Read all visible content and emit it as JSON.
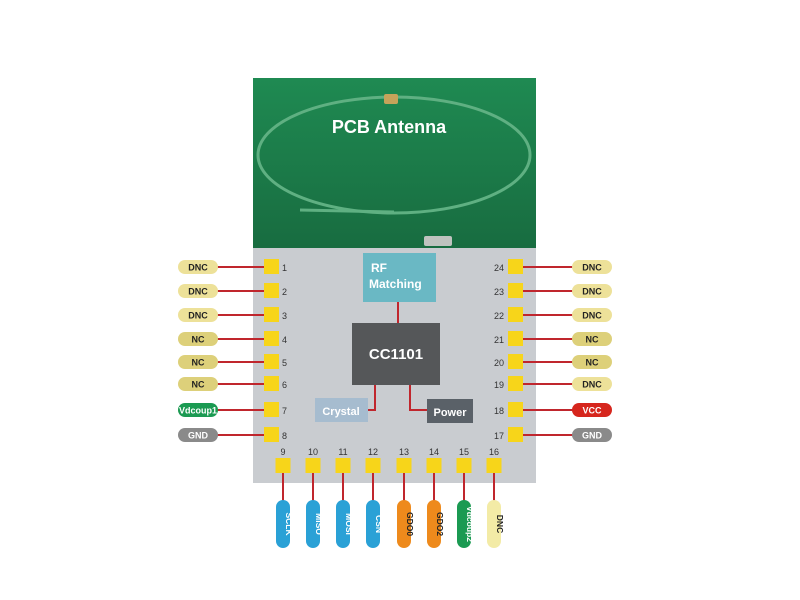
{
  "module": {
    "antenna_label": "PCB Antenna",
    "chip_label": "CC1101",
    "rf_label_line1": "RF",
    "rf_label_line2": "Matching",
    "crystal_label": "Crystal",
    "power_label": "Power"
  },
  "left_pins": [
    {
      "num": "1",
      "label": "DNC",
      "color": "#ede199"
    },
    {
      "num": "2",
      "label": "DNC",
      "color": "#ede199"
    },
    {
      "num": "3",
      "label": "DNC",
      "color": "#ede199"
    },
    {
      "num": "4",
      "label": "NC",
      "color": "#ddd07a"
    },
    {
      "num": "5",
      "label": "NC",
      "color": "#ddd07a"
    },
    {
      "num": "6",
      "label": "NC",
      "color": "#ddd07a"
    },
    {
      "num": "7",
      "label": "Vdcoup1",
      "color": "#1b9a52"
    },
    {
      "num": "8",
      "label": "GND",
      "color": "#8a8a8a"
    }
  ],
  "right_pins": [
    {
      "num": "24",
      "label": "DNC",
      "color": "#ede199"
    },
    {
      "num": "23",
      "label": "DNC",
      "color": "#ede199"
    },
    {
      "num": "22",
      "label": "DNC",
      "color": "#ede199"
    },
    {
      "num": "21",
      "label": "NC",
      "color": "#ddd07a"
    },
    {
      "num": "20",
      "label": "NC",
      "color": "#ddd07a"
    },
    {
      "num": "19",
      "label": "DNC",
      "color": "#ede199"
    },
    {
      "num": "18",
      "label": "VCC",
      "color": "#d6261d"
    },
    {
      "num": "17",
      "label": "GND",
      "color": "#8a8a8a"
    }
  ],
  "bottom_pins": [
    {
      "num": "9",
      "label": "SCLK",
      "color": "#2aa1d6"
    },
    {
      "num": "10",
      "label": "MISO",
      "color": "#2aa1d6"
    },
    {
      "num": "11",
      "label": "MOSI",
      "color": "#2aa1d6"
    },
    {
      "num": "12",
      "label": "CSN",
      "color": "#2aa1d6"
    },
    {
      "num": "13",
      "label": "GDO0",
      "color": "#ee8a1c"
    },
    {
      "num": "14",
      "label": "GDO2",
      "color": "#ee8a1c"
    },
    {
      "num": "15",
      "label": "Vdcoup2",
      "color": "#1b9a52"
    },
    {
      "num": "16",
      "label": "DNC",
      "color": "#f3eba6"
    }
  ],
  "colors": {
    "pcb": "#1c7d4a",
    "body": "#c9ccd0",
    "pad": "#f7d51a",
    "wire": "#c0262d",
    "rf_box": "#6ab8c4",
    "chip": "#555759",
    "crystal_box": "#a6bccf",
    "power_box": "#5a6168"
  }
}
